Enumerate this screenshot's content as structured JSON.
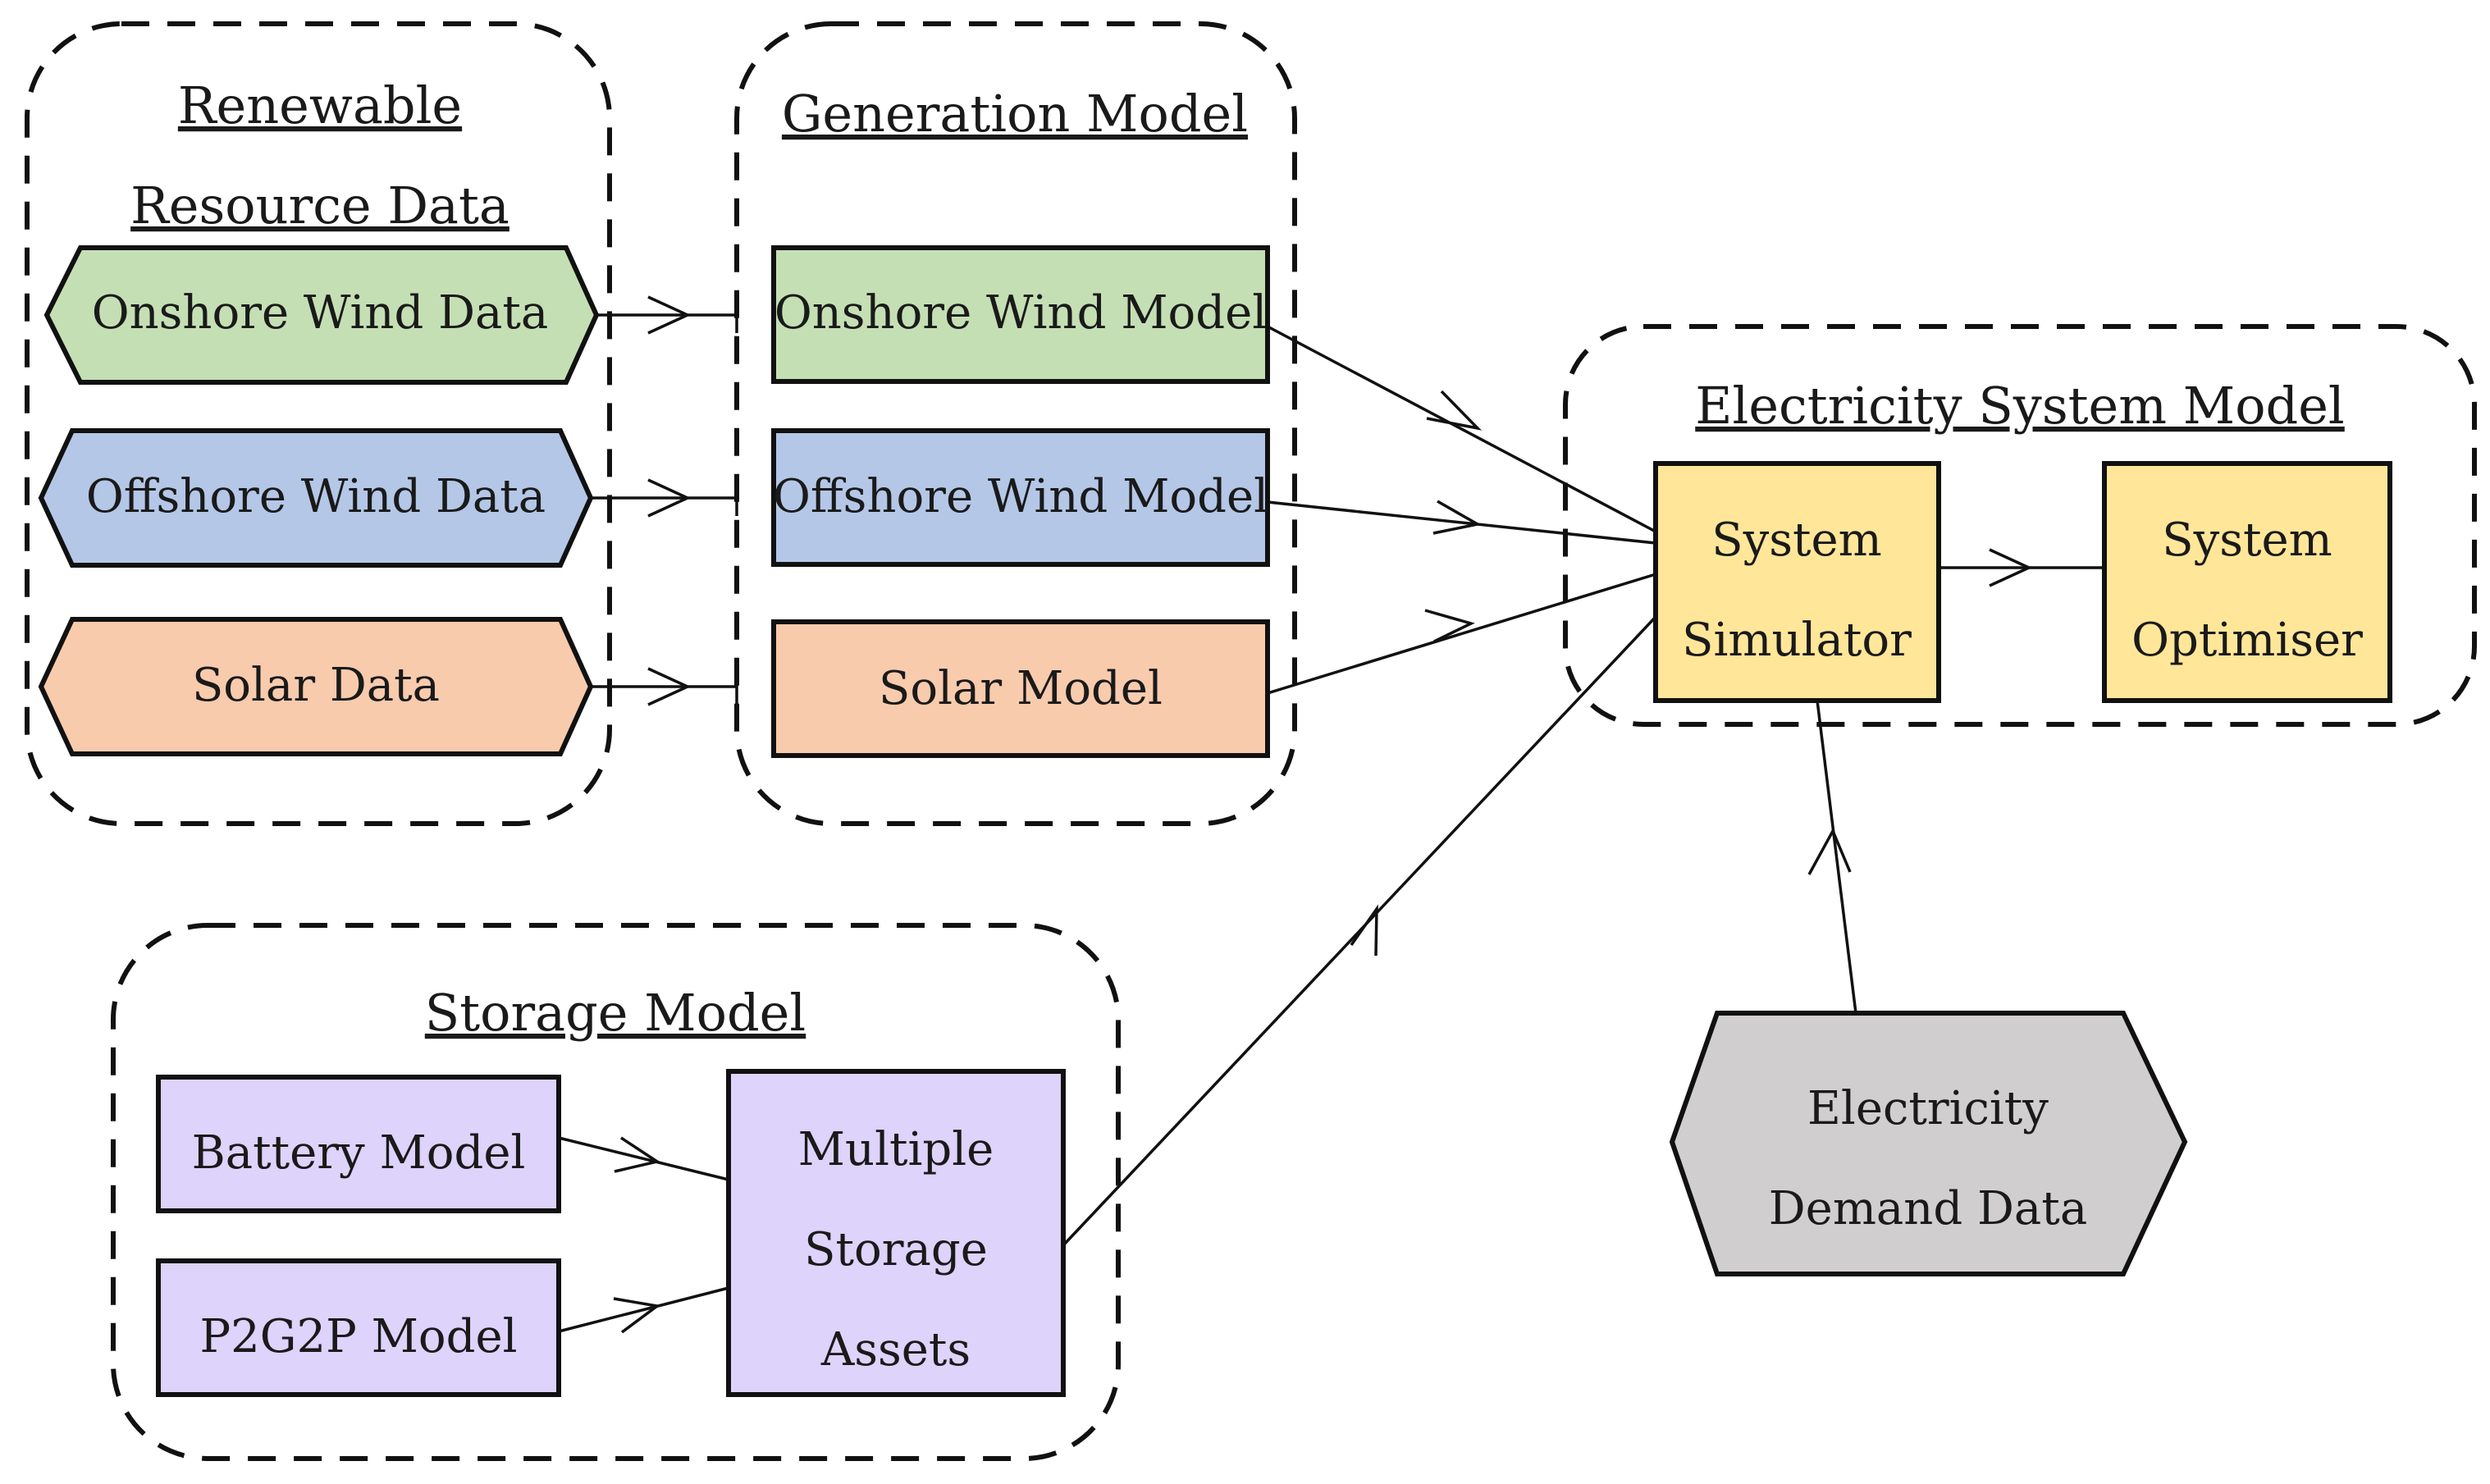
{
  "colors": {
    "green": "#c5dfb4",
    "blue": "#b4c7e7",
    "orange": "#f8cbad",
    "yellow": "#ffe699",
    "purple": "#ddd3fb",
    "gray": "#d0cece"
  },
  "groups": {
    "renewable": {
      "title_line1": "Renewable",
      "title_line2": "Resource Data"
    },
    "generation": {
      "title": "Generation Model"
    },
    "electricity_system": {
      "title": "Electricity System Model"
    },
    "storage": {
      "title": "Storage Model"
    }
  },
  "nodes": {
    "onshore_wind_data": "Onshore Wind Data",
    "offshore_wind_data": "Offshore Wind Data",
    "solar_data": "Solar Data",
    "onshore_wind_model": "Onshore Wind Model",
    "offshore_wind_model": "Offshore Wind Model",
    "solar_model": "Solar Model",
    "system_simulator": {
      "line1": "System",
      "line2": "Simulator"
    },
    "system_optimiser": {
      "line1": "System",
      "line2": "Optimiser"
    },
    "battery_model": "Battery Model",
    "p2g2p_model": "P2G2P Model",
    "multiple_storage_assets": {
      "line1": "Multiple",
      "line2": "Storage",
      "line3": "Assets"
    },
    "electricity_demand_data": {
      "line1": "Electricity",
      "line2": "Demand Data"
    }
  },
  "edges": [
    {
      "from": "Onshore Wind Data",
      "to": "Onshore Wind Model"
    },
    {
      "from": "Offshore Wind Data",
      "to": "Offshore Wind Model"
    },
    {
      "from": "Solar Data",
      "to": "Solar Model"
    },
    {
      "from": "Onshore Wind Model",
      "to": "System Simulator"
    },
    {
      "from": "Offshore Wind Model",
      "to": "System Simulator"
    },
    {
      "from": "Solar Model",
      "to": "System Simulator"
    },
    {
      "from": "Multiple Storage Assets",
      "to": "System Simulator"
    },
    {
      "from": "System Simulator",
      "to": "System Optimiser"
    },
    {
      "from": "Battery Model",
      "to": "Multiple Storage Assets"
    },
    {
      "from": "P2G2P Model",
      "to": "Multiple Storage Assets"
    },
    {
      "from": "Electricity Demand Data",
      "to": "System Simulator"
    }
  ]
}
